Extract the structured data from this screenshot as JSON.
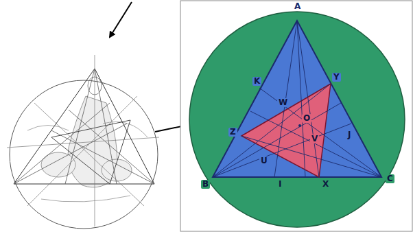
{
  "diagram": {
    "labels": [
      "A",
      "K",
      "W",
      "Y",
      "Z",
      "O",
      "V",
      "J",
      "U",
      "B",
      "I",
      "X",
      "C"
    ]
  }
}
